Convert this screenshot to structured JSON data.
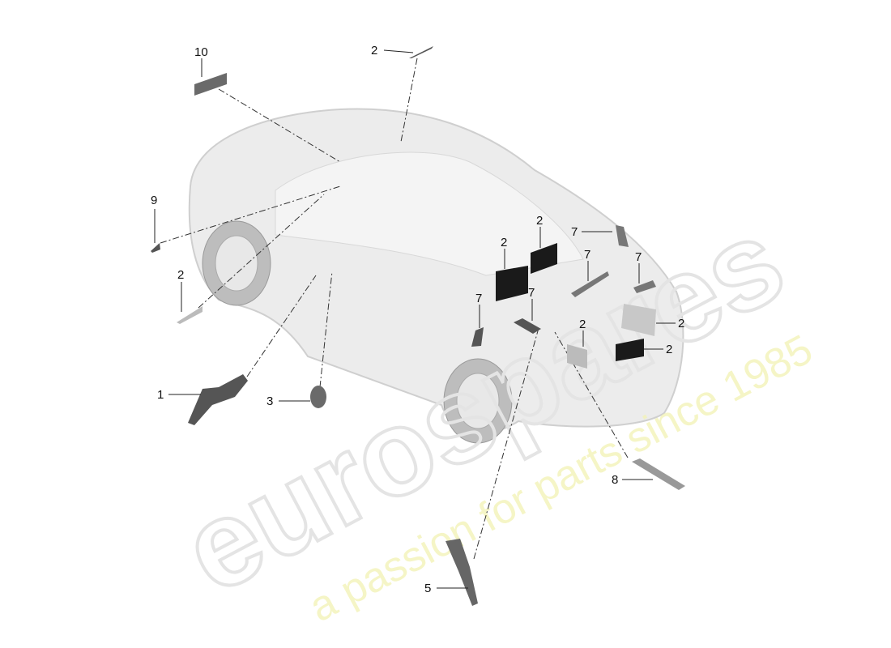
{
  "watermark": {
    "brand": "eurospares",
    "tagline": "a passion for parts since 1985"
  },
  "colors": {
    "part_dark": "#3a3a3a",
    "part_mid": "#8a8a8a",
    "car_body": "#e6e6e6",
    "label": "#111111"
  },
  "callouts": [
    {
      "id": "c10",
      "label": "10"
    },
    {
      "id": "c2-roof",
      "label": "2"
    },
    {
      "id": "c9",
      "label": "9"
    },
    {
      "id": "c2-left",
      "label": "2"
    },
    {
      "id": "c1",
      "label": "1"
    },
    {
      "id": "c3",
      "label": "3"
    },
    {
      "id": "c5",
      "label": "5"
    },
    {
      "id": "c8",
      "label": "8"
    },
    {
      "id": "c2-a",
      "label": "2"
    },
    {
      "id": "c2-b",
      "label": "2"
    },
    {
      "id": "c7-a",
      "label": "7"
    },
    {
      "id": "c7-b",
      "label": "7"
    },
    {
      "id": "c7-c",
      "label": "7"
    },
    {
      "id": "c7-d",
      "label": "7"
    },
    {
      "id": "c7-e",
      "label": "7"
    },
    {
      "id": "c2-c",
      "label": "2"
    },
    {
      "id": "c2-d",
      "label": "2"
    },
    {
      "id": "c2-e",
      "label": "2"
    }
  ]
}
